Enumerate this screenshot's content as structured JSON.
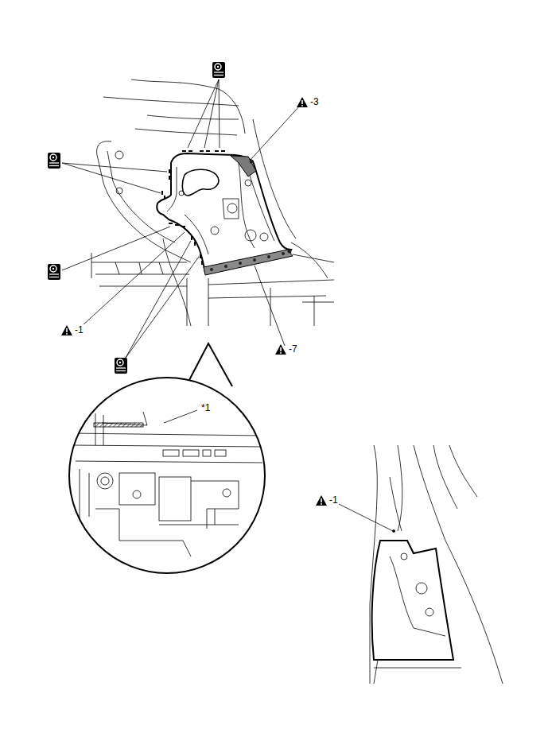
{
  "diagram": {
    "labels": [
      "-3",
      "-1",
      "-7",
      "*1",
      "-1"
    ]
  }
}
